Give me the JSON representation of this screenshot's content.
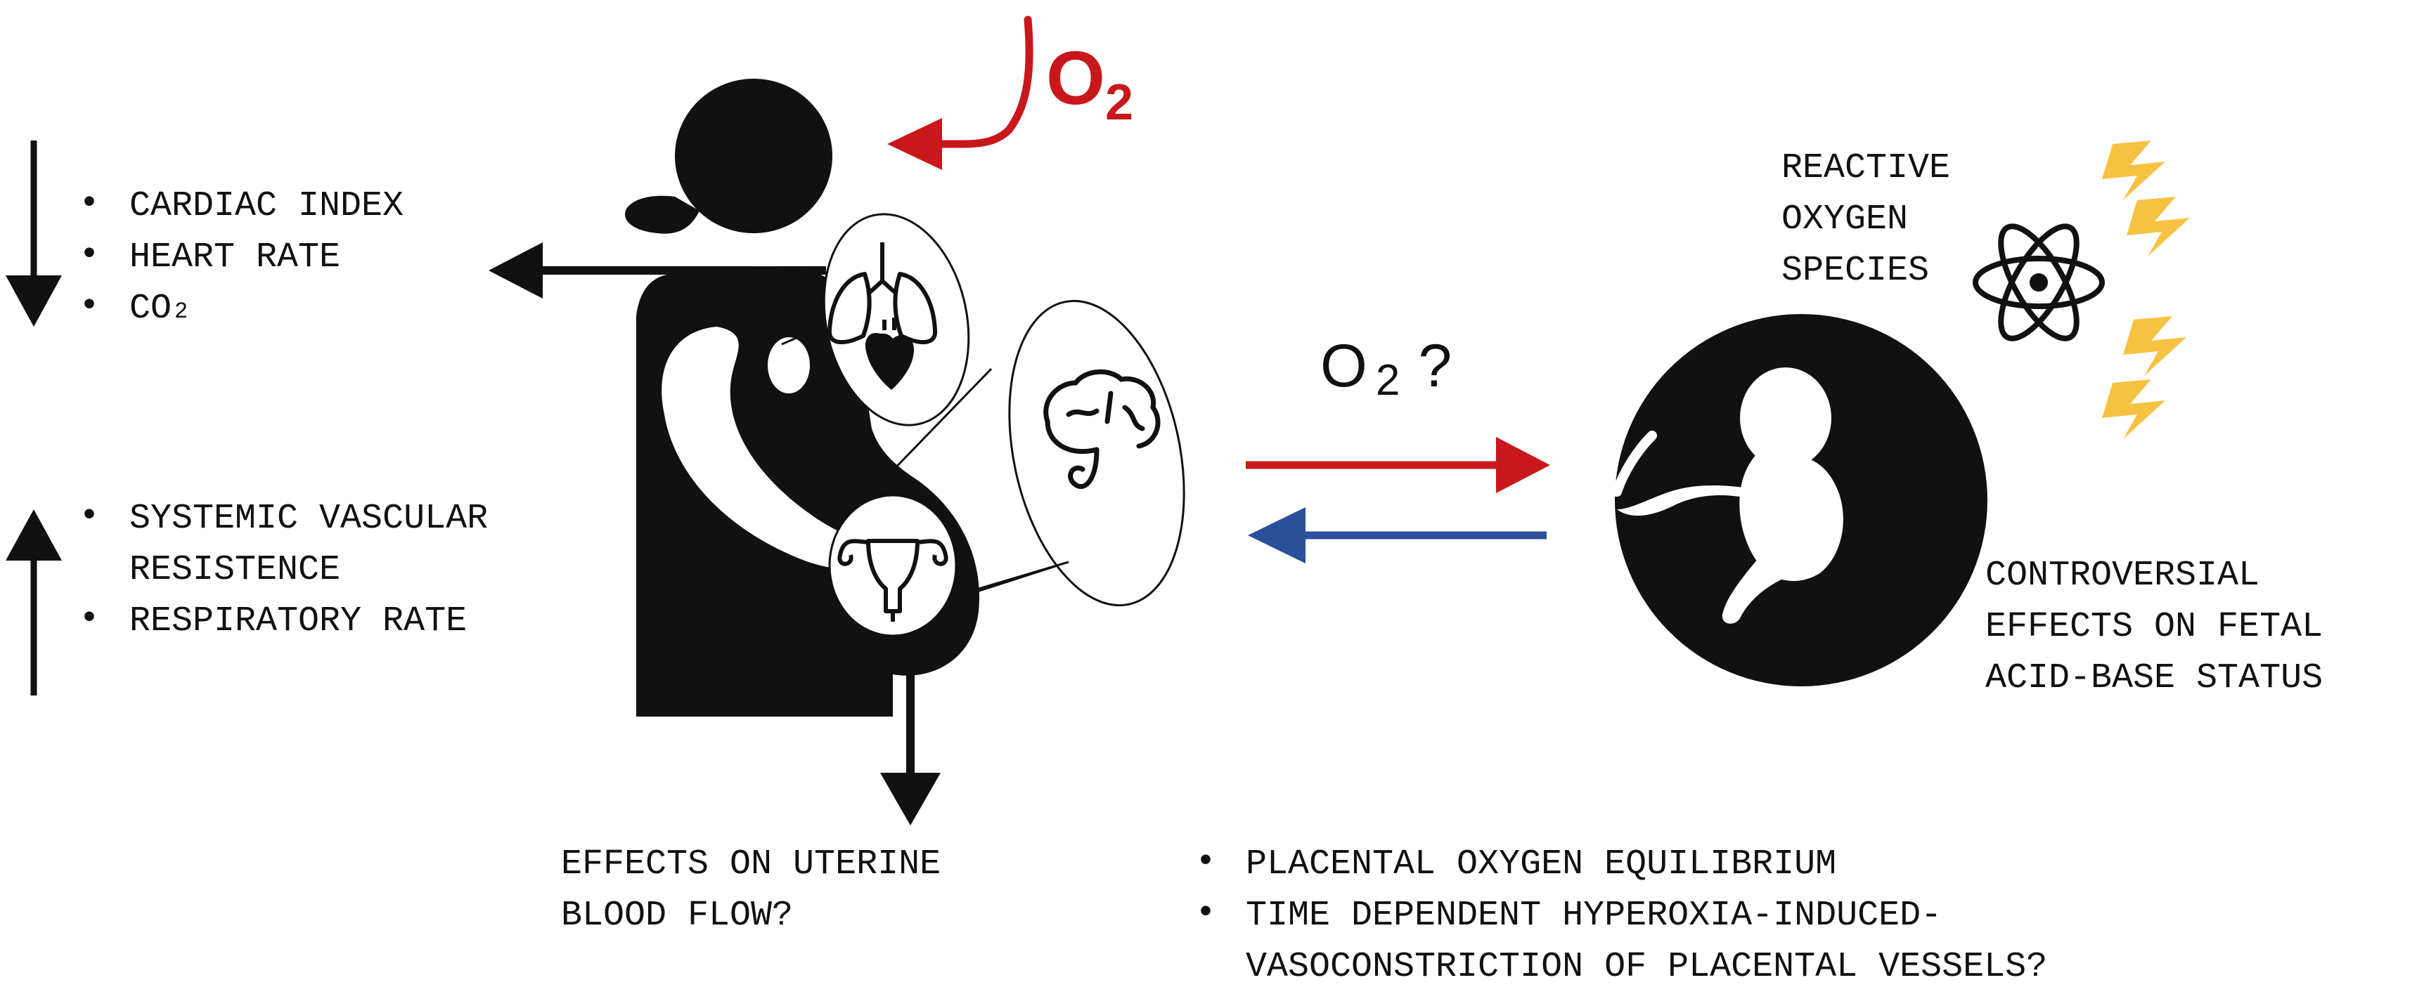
{
  "oxygen_label": {
    "main": "O",
    "sub": "2"
  },
  "decrease_list": {
    "items": [
      {
        "text": "CARDIAC INDEX",
        "sub": ""
      },
      {
        "text": "HEART RATE",
        "sub": ""
      },
      {
        "text": "CO",
        "sub": "2"
      }
    ]
  },
  "increase_list": {
    "items": [
      {
        "lines": [
          "SYSTEMIC VASCULAR",
          "RESISTENCE"
        ]
      },
      {
        "lines": [
          "RESPIRATORY RATE"
        ]
      }
    ]
  },
  "exchange": {
    "label_main": "O",
    "label_sub": "2",
    "label_suffix": "?"
  },
  "ros": {
    "lines": [
      "REACTIVE",
      "OXYGEN",
      "SPECIES"
    ]
  },
  "fetal": {
    "lines": [
      "CONTROVERSIAL",
      "EFFECTS ON FETAL",
      "ACID-BASE STATUS"
    ]
  },
  "uterine": {
    "lines": [
      "EFFECTS ON UTERINE",
      "BLOOD FLOW?"
    ]
  },
  "placental": {
    "items": [
      {
        "lines": [
          "PLACENTAL OXYGEN EQUILIBRIUM"
        ]
      },
      {
        "lines": [
          "TIME DEPENDENT HYPEROXIA-INDUCED-",
          "VASOCONSTRICTION OF PLACENTAL VESSELS?"
        ]
      }
    ]
  },
  "bullet": "•",
  "colors": {
    "oxygen_red": "#c8181b",
    "return_blue": "#2b4f9a",
    "lightning": "#f5c242",
    "ink": "#111111"
  }
}
